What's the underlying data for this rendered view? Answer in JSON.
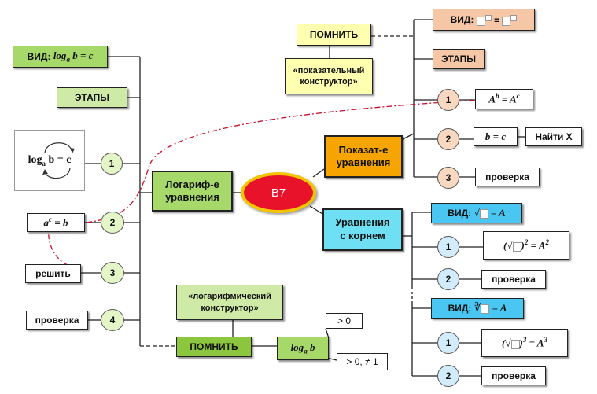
{
  "center": {
    "label": "В7"
  },
  "log_branch": {
    "title": "Логариф-е уравнения",
    "vid_label": "ВИД:",
    "vid_formula": "loga b = c",
    "etapy": "ЭТАПЫ",
    "picture_formula": "loga b = c",
    "steps": [
      {
        "num": "1",
        "text": ""
      },
      {
        "num": "2",
        "text": "ac = b"
      },
      {
        "num": "3",
        "text": "решить"
      },
      {
        "num": "4",
        "text": "проверка"
      }
    ],
    "pomnit": "ПОМНИТЬ",
    "constructor": "«логарифмический конструктор»",
    "log_formula": "loga b",
    "cond_top": "> 0",
    "cond_bottom": "> 0, ≠ 1"
  },
  "exp_branch": {
    "title": "Показат-е уравнения",
    "pomnit": "ПОМНИТЬ",
    "constructor": "«показательный конструктор»",
    "vid_label": "ВИД:",
    "etapy": "ЭТАПЫ",
    "steps": [
      {
        "num": "1",
        "formula": "Ab = Ac"
      },
      {
        "num": "2",
        "formula": "b = c",
        "extra": "Найти Х"
      },
      {
        "num": "3",
        "text": "проверка"
      }
    ]
  },
  "root_branch": {
    "title": "Уравнения с корнем",
    "vid1_label": "ВИД:",
    "vid1_formula": "√□ = A",
    "steps1": [
      {
        "num": "1",
        "formula": "(√□)2 = A2"
      },
      {
        "num": "2",
        "text": "проверка"
      }
    ],
    "vid2_label": "ВИД:",
    "vid2_formula": "∛□ = A",
    "steps2": [
      {
        "num": "1",
        "formula": "(√□)3 = A3"
      },
      {
        "num": "2",
        "text": "проверка"
      }
    ]
  }
}
